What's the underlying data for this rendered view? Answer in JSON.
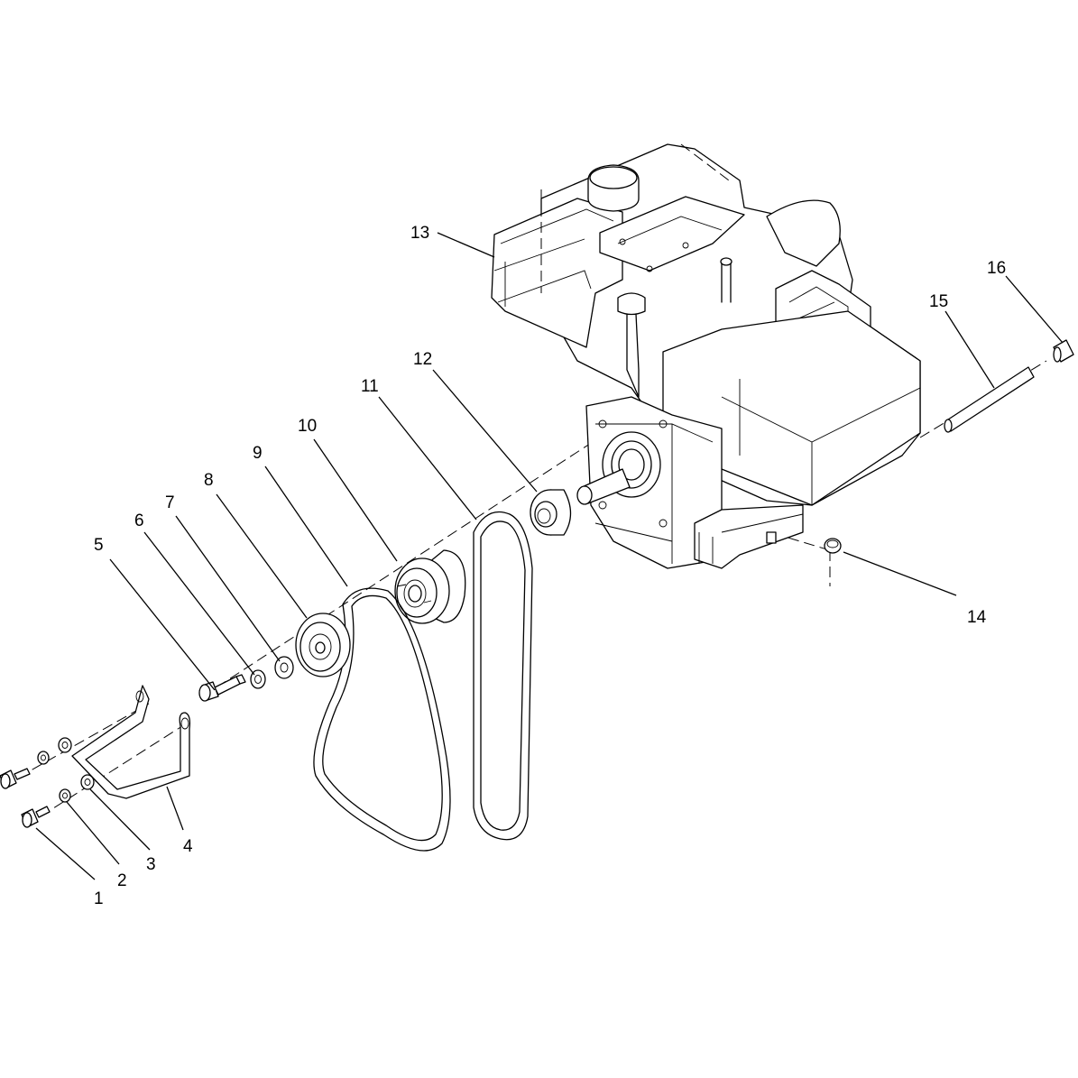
{
  "callouts": [
    {
      "number": "1",
      "part": "bolt"
    },
    {
      "number": "2",
      "part": "lock-washer"
    },
    {
      "number": "3",
      "part": "flat-washer"
    },
    {
      "number": "4",
      "part": "bracket"
    },
    {
      "number": "5",
      "part": "bolt"
    },
    {
      "number": "6",
      "part": "lock-washer"
    },
    {
      "number": "7",
      "part": "flat-washer"
    },
    {
      "number": "8",
      "part": "idler-pulley"
    },
    {
      "number": "9",
      "part": "belt"
    },
    {
      "number": "10",
      "part": "double-pulley"
    },
    {
      "number": "11",
      "part": "belt"
    },
    {
      "number": "12",
      "part": "pulley-hub"
    },
    {
      "number": "13",
      "part": "engine"
    },
    {
      "number": "14",
      "part": "flange-nut"
    },
    {
      "number": "15",
      "part": "spacer"
    },
    {
      "number": "16",
      "part": "nut"
    }
  ],
  "colors": {
    "line": "#000000",
    "background": "#ffffff"
  }
}
